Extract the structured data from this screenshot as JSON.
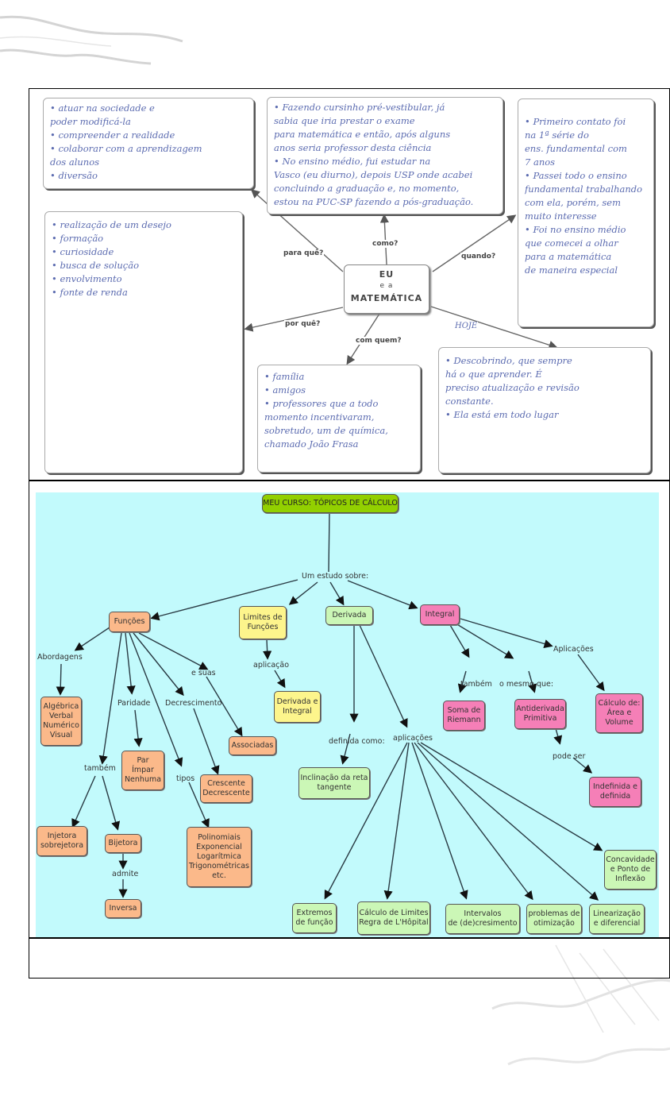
{
  "mindmap": {
    "hub": {
      "line1": "EU",
      "line2": "e a",
      "line3": "MATEMÁTICA"
    },
    "branches": [
      {
        "key": "para_que",
        "label": "para quê?",
        "lines": [
          "• atuar na sociedade e",
          "poder modificá-la",
          "• compreender a realidade",
          "• colaborar com a aprendizagem",
          "dos alunos",
          "• diversão"
        ]
      },
      {
        "key": "como",
        "label": "como?",
        "lines": [
          "• Fazendo cursinho pré-vestibular, já",
          "sabia que iria prestar o exame",
          "para matemática e então, após alguns",
          "anos seria professor desta ciência",
          "• No ensino médio, fui estudar na",
          "Vasco (eu diurno), depois USP onde acabei",
          "concluindo a graduação e, no momento,",
          "estou na PUC-SP fazendo a pós-graduação."
        ]
      },
      {
        "key": "quando",
        "label": "quando?",
        "lines": [
          "• Primeiro contato foi",
          "na 1ª série do",
          "ens. fundamental com",
          "7 anos",
          "• Passei todo o ensino",
          "fundamental trabalhando",
          "com ela, porém, sem",
          "muito interesse",
          "• Foi no ensino médio",
          "que comecei a olhar",
          "para a matemática",
          "de maneira especial"
        ]
      },
      {
        "key": "por_que",
        "label": "por quê?",
        "lines": [
          "• realização de um desejo",
          "• formação",
          "• curiosidade",
          "• busca de solução",
          "• envolvimento",
          "• fonte de renda"
        ]
      },
      {
        "key": "com_quem",
        "label": "com quem?",
        "lines": [
          "• família",
          "• amigos",
          "• professores que a todo",
          "momento incentivaram,",
          "sobretudo, um de química,",
          "chamado João Frasa"
        ]
      },
      {
        "key": "hoje",
        "label": "HOJE",
        "lines": [
          "• Descobrindo, que sempre",
          "há o que aprender. É",
          "preciso atualização e revisão",
          "constante.",
          "• Ela está em todo lugar"
        ]
      }
    ]
  },
  "concept_map": {
    "root": "MEU CURSO: TÓPICOS DE CÁLCULO",
    "root_link": "Um estudo sobre:",
    "nodes": {
      "funcoes": "Funções",
      "limites": [
        "Limites de",
        "Funções"
      ],
      "derivada": "Derivada",
      "integral": "Integral",
      "abordagens_box": [
        "Algébrica",
        "Verbal",
        "Numérico",
        "Visual"
      ],
      "paridade_box": [
        "Par",
        "Ímpar",
        "Nenhuma"
      ],
      "crescente_box": [
        "Crescente",
        "Decrescente"
      ],
      "associadas": "Associadas",
      "injetora": [
        "Injetora",
        "sobrejetora"
      ],
      "bijetora": "Bijetora",
      "inversa": "Inversa",
      "tipos_box": [
        "Polinomiais",
        "Exponencial",
        "Logarítmica",
        "Trigonométricas",
        "etc."
      ],
      "deriv_integral": [
        "Derivada e",
        "Integral"
      ],
      "inclinacao": [
        "Inclinação da reta",
        "tangente"
      ],
      "soma_riemann": [
        "Soma de",
        "Riemann"
      ],
      "antiderivada": [
        "Antiderivada",
        "Primitiva"
      ],
      "calculo_area": [
        "Cálculo de:",
        "Área e",
        "Volume"
      ],
      "indefinida": [
        "Indefinida e",
        "definida"
      ],
      "extremos": [
        "Extremos",
        "de função"
      ],
      "limites_hopital": [
        "Cálculo de Limites",
        "Regra de L'Hôpital"
      ],
      "intervalos": [
        "Intervalos",
        "de (de)cresimento"
      ],
      "otimizacao": [
        "problemas de",
        "otimização"
      ],
      "linearizacao": [
        "Linearização",
        "e diferencial"
      ],
      "concavidade": [
        "Concavidade",
        "e Ponto de",
        "Inflexão"
      ]
    },
    "links": {
      "abordagens": "Abordagens",
      "paridade": "Paridade",
      "decrescimento": "Decrescimento",
      "e_suas": "e suas",
      "tambem_f": "também",
      "tipos": "tipos",
      "admite": "admite",
      "aplicacao": "aplicação",
      "definida_como": "definida como:",
      "aplicacoes_d": "aplicações",
      "tambem_i": "também",
      "o_mesmo_que": "o mesmo que:",
      "aplicacoes_i": "Aplicações",
      "pode_ser": "pode ser"
    }
  }
}
